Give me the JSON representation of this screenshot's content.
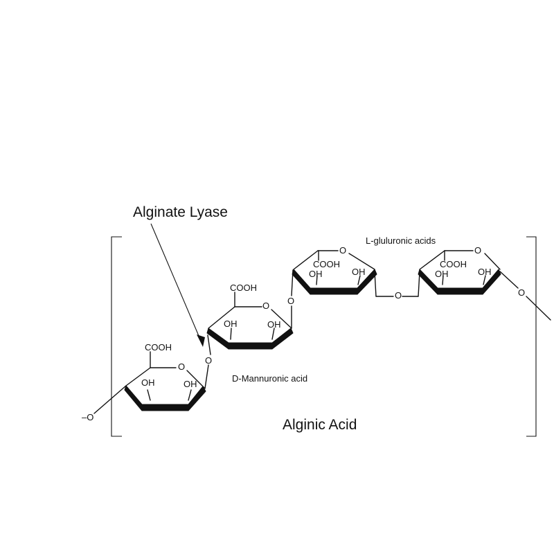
{
  "enzyme_label": "Alginate Lyase",
  "title": "Alginic Acid",
  "d_label": "D-Mannuronic acid",
  "l_label": "L-gluluronic acids",
  "ring_o": "O",
  "cooh": "COOH",
  "oh": "OH",
  "linkage_o": "O",
  "chain_end": "–O"
}
